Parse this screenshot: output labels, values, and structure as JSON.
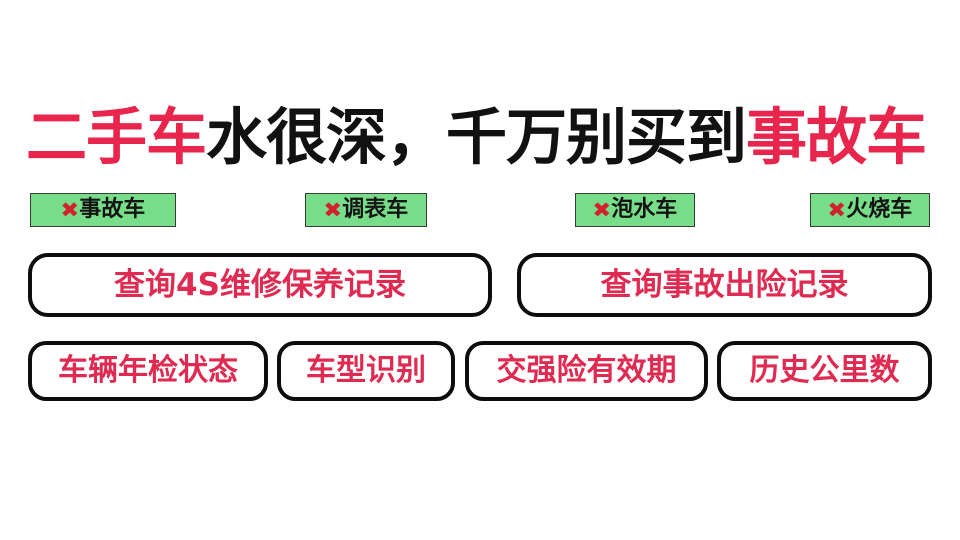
{
  "headline": {
    "segments": [
      {
        "text": "二手车",
        "color": "red"
      },
      {
        "text": "水很深，千万别买到",
        "color": "black"
      },
      {
        "text": "事故车",
        "color": "red"
      }
    ],
    "full_text": "二手车水很深，千万别买到事故车",
    "red_color": "#E8254C",
    "black_color": "#111111"
  },
  "badges": [
    {
      "icon": "cross-mark-icon",
      "icon_glyph": "✖",
      "label": "事故车"
    },
    {
      "icon": "cross-mark-icon",
      "icon_glyph": "✖",
      "label": "调表车"
    },
    {
      "icon": "cross-mark-icon",
      "icon_glyph": "✖",
      "label": "泡水车"
    },
    {
      "icon": "cross-mark-icon",
      "icon_glyph": "✖",
      "label": "火烧车"
    }
  ],
  "badge_style": {
    "background": "#77DD88",
    "border_color": "#3b3b3b",
    "text_color": "#141414",
    "icon_color": "#D0232F"
  },
  "primary_buttons": [
    {
      "label": "查询4S维修保养记录"
    },
    {
      "label": "查询事故出险记录"
    }
  ],
  "secondary_buttons": [
    {
      "label": "车辆年检状态"
    },
    {
      "label": "车型识别"
    },
    {
      "label": "交强险有效期"
    },
    {
      "label": "历史公里数"
    }
  ],
  "button_style": {
    "text_color": "#DF2B52",
    "border_color": "#0d0d0d",
    "background": "#ffffff"
  },
  "page_background": "#ffffff"
}
